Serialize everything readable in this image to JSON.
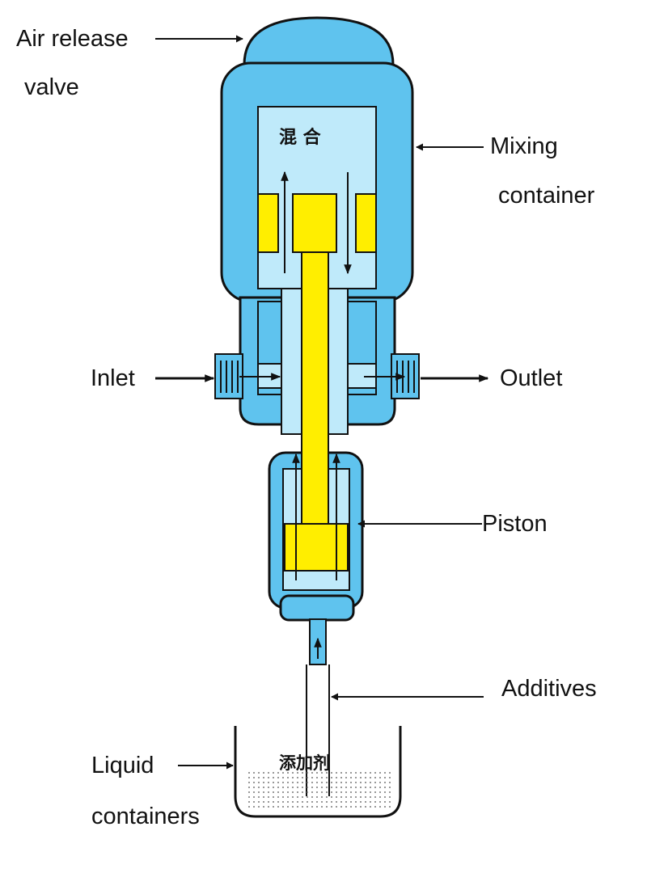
{
  "labels": {
    "air_release_line1": "Air release",
    "air_release_line2": "valve",
    "mixing_line1": "Mixing",
    "mixing_line2": "container",
    "inlet": "Inlet",
    "outlet": "Outlet",
    "piston": "Piston",
    "additives": "Additives",
    "liquid_line1": "Liquid",
    "liquid_line2": "containers"
  },
  "inner_text": {
    "mixing_cjk": "混 合",
    "additive_cjk": "添加剂"
  },
  "colors": {
    "body_blue": "#5fc3ee",
    "inner_light": "#bfeafa",
    "yellow": "#ffee00",
    "outline": "#111111"
  }
}
